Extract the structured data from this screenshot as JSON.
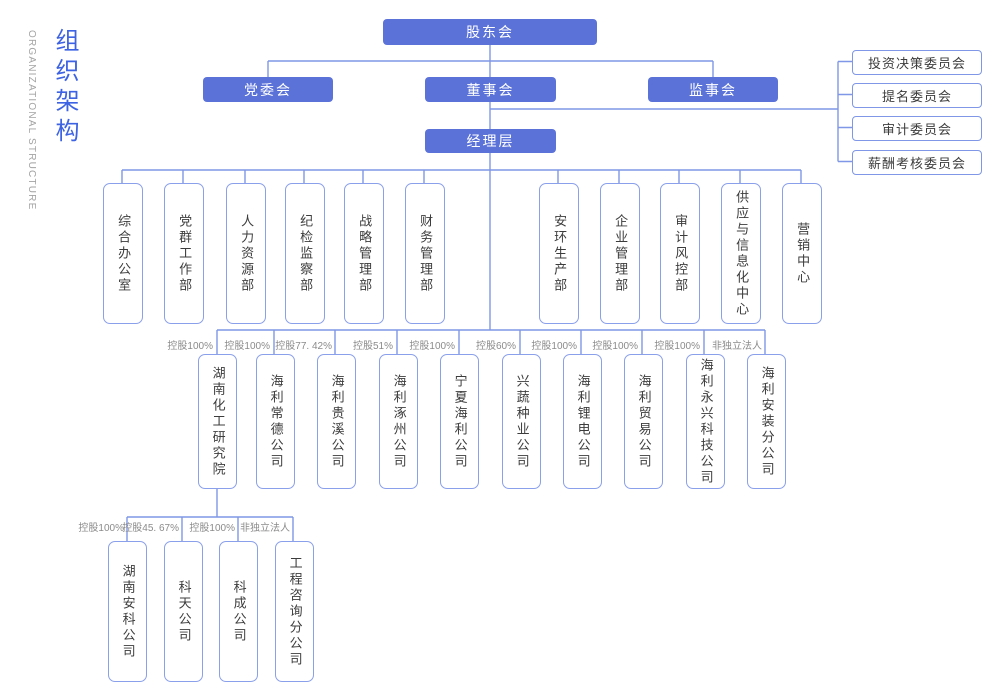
{
  "page": {
    "title": "组织架构",
    "subtitle": "ORGANIZATIONAL STRUCTURE"
  },
  "colors": {
    "node_fill": "#5b72d8",
    "line": "#7f97e6",
    "outline_border": "#8ba0ea",
    "node_text": "#3c3c3c",
    "ownership_label": "#8b8b8b",
    "title_blue": "#3d63e3",
    "subtitle_gray": "#a3a3a3"
  },
  "governance": {
    "shareholders": "股东会",
    "party_committee": "党委会",
    "board": "董事会",
    "supervisory_board": "监事会",
    "management": "经理层"
  },
  "board_committees": [
    "投资决策委员会",
    "提名委员会",
    "审计委员会",
    "薪酬考核委员会"
  ],
  "departments": [
    "综合办公室",
    "党群工作部",
    "人力资源部",
    "纪检监察部",
    "战略管理部",
    "财务管理部",
    "安环生产部",
    "企业管理部",
    "审计风控部",
    "供应与信息化中心",
    "营销中心"
  ],
  "subsidiaries": [
    {
      "label": "控股100%",
      "name": "湖南化工研究院"
    },
    {
      "label": "控股100%",
      "name": "海利常德公司"
    },
    {
      "label": "控股77. 42%",
      "name": "海利贵溪公司"
    },
    {
      "label": "控股51%",
      "name": "海利涿州公司"
    },
    {
      "label": "控股100%",
      "name": "宁夏海利公司"
    },
    {
      "label": "控股60%",
      "name": "兴蔬种业公司"
    },
    {
      "label": "控股100%",
      "name": "海利锂电公司"
    },
    {
      "label": "控股100%",
      "name": "海利贸易公司"
    },
    {
      "label": "控股100%",
      "name": "海利永兴科技公司"
    },
    {
      "label": "非独立法人",
      "name": "海利安装分公司"
    }
  ],
  "research_subsidiaries": [
    {
      "label": "控股100%",
      "name": "湖南安科公司"
    },
    {
      "label": "控股45. 67%",
      "name": "科天公司"
    },
    {
      "label": "控股100%",
      "name": "科成公司"
    },
    {
      "label": "非独立法人",
      "name": "工程咨询分公司"
    }
  ]
}
